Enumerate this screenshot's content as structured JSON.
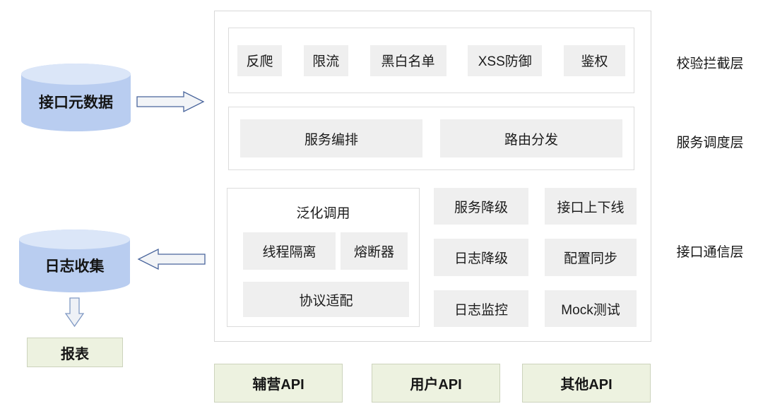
{
  "diagram": {
    "sources": {
      "api_metadata": "接口元数据",
      "log_collection": "日志收集",
      "report": "报表"
    },
    "layers": {
      "validation": {
        "label": "校验拦截层",
        "items": [
          "反爬",
          "限流",
          "黑白名单",
          "XSS防御",
          "鉴权"
        ]
      },
      "scheduling": {
        "label": "服务调度层",
        "items": [
          "服务编排",
          "路由分发"
        ]
      },
      "communication": {
        "label": "接口通信层",
        "generic_group": {
          "title": "泛化调用",
          "items": [
            "线程隔离",
            "熔断器",
            "协议适配"
          ]
        },
        "items": [
          "服务降级",
          "接口上下线",
          "日志降级",
          "配置同步",
          "日志监控",
          "Mock测试"
        ]
      }
    },
    "api_row": [
      "辅营API",
      "用户API",
      "其他API"
    ],
    "colors": {
      "cylinder_body": "#b9cdf0",
      "cylinder_top": "#dbe6f8",
      "box_gray": "#efefef",
      "box_green": "#edf2e0",
      "container_border": "#d8d8d8",
      "arrow_stroke": "#49659c",
      "arrow_fill": "#f2f4f7"
    }
  }
}
